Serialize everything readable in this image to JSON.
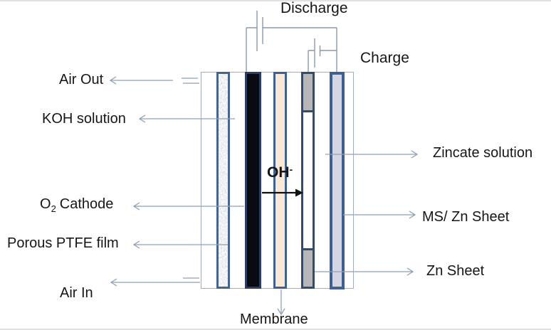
{
  "figure": {
    "description": "zinc-air battery cell schematic",
    "labels": {
      "discharge": "Discharge",
      "charge": "Charge",
      "air_out": "Air Out",
      "koh_solution": "KOH solution",
      "o2_cathode": {
        "base": "O",
        "sub": "2",
        "rest": "Cathode"
      },
      "porous_ptfe": "Porous PTFE film",
      "air_in": "Air In",
      "membrane": "Membrane",
      "zincate_solution": "Zincate solution",
      "ms_zn_sheet": "MS/ Zn Sheet",
      "zn_sheet": "Zn Sheet",
      "hydroxide": {
        "base": "OH",
        "sup": "-"
      }
    },
    "colors": {
      "cathode_black": "#0a0a13",
      "membrane_cream": "#fae8d6",
      "zn_sheet_gray": "#b6b7b6",
      "ms_zn_fill": "#d6d6e2",
      "layer_border_blue": "#3d628f",
      "zn_border_navy": "#2e4c74",
      "wire_gray_blue": "#8a99ac",
      "text": "#161616"
    }
  }
}
